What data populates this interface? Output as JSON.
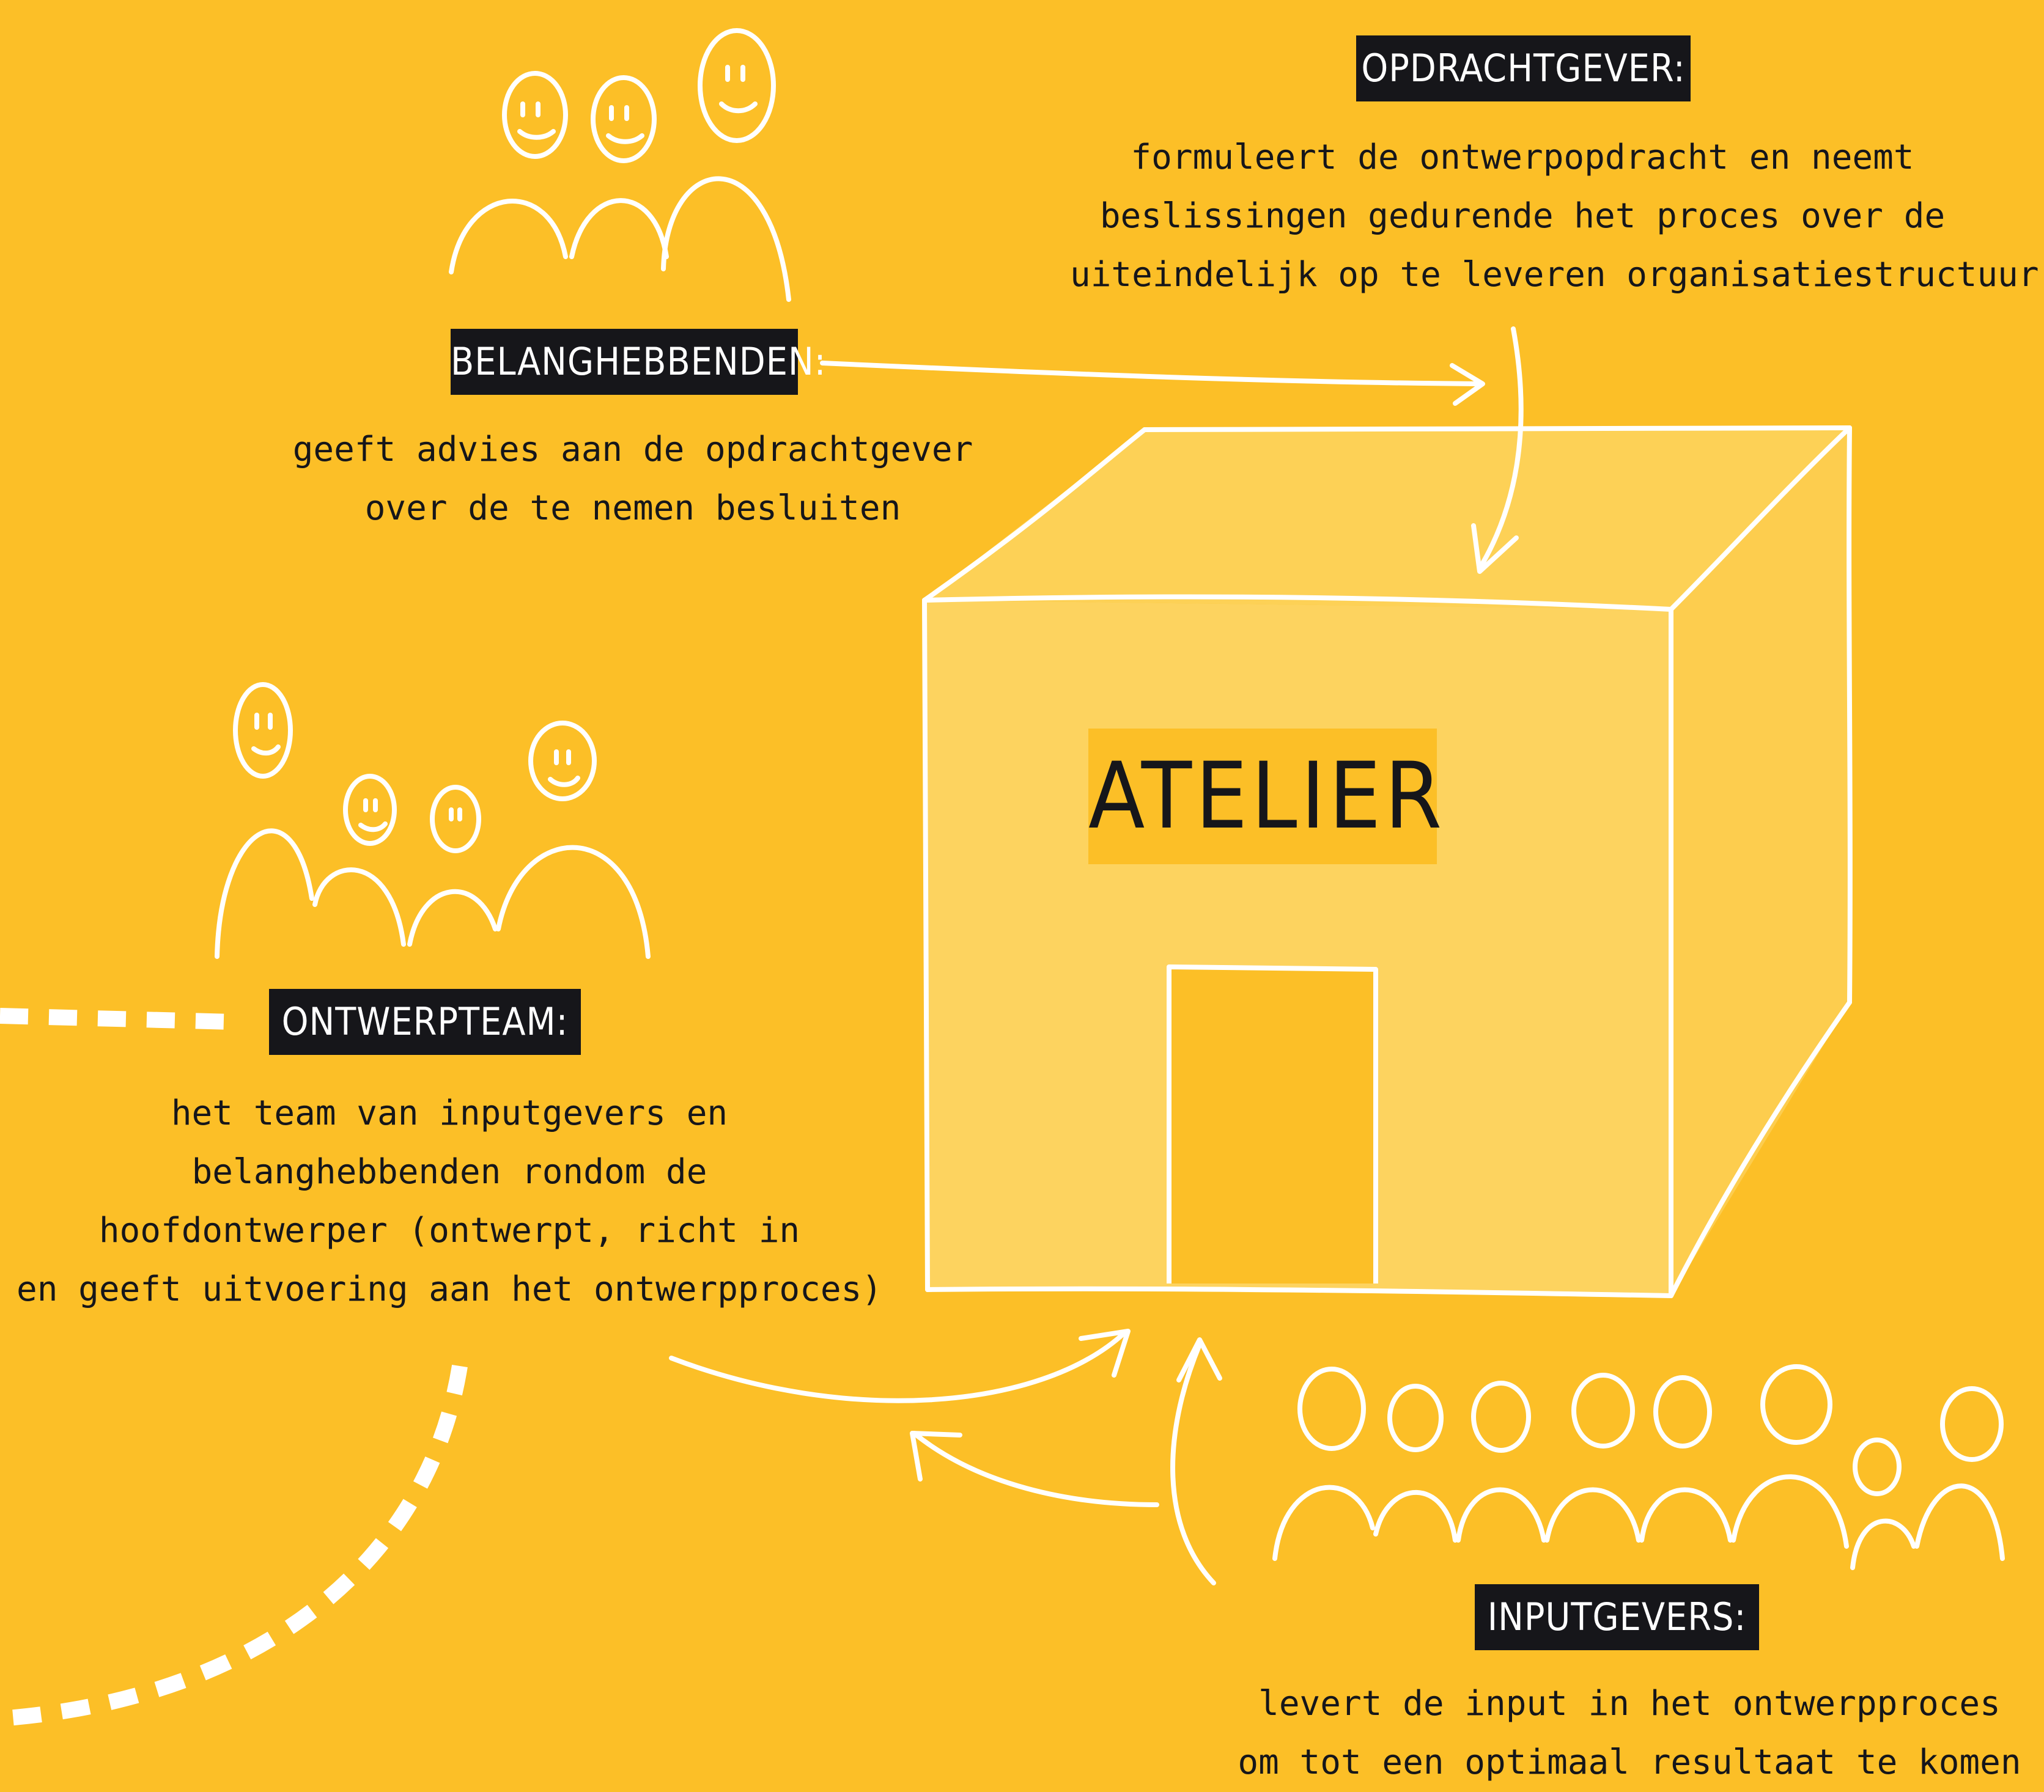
{
  "colors": {
    "background": "#FCBF27",
    "building_fill": "#FDD35F",
    "label_bg": "#16161A",
    "line": "#FFFFFF",
    "text": "#16161A"
  },
  "icons": [
    "group-of-3-people-icon",
    "group-of-4-people-icon",
    "group-of-8-people-icon",
    "atelier-building-icon"
  ],
  "center": {
    "title": "ATELIER"
  },
  "roles": {
    "opdrachtgever": {
      "label": "OPDRACHTGEVER:",
      "lines": [
        "formuleert de ontwerpopdracht en neemt",
        "beslissingen gedurende het proces over de",
        "uiteindelijk op te leveren organisatiestructuur"
      ]
    },
    "belanghebbenden": {
      "label": "BELANGHEBBENDEN:",
      "lines": [
        "geeft advies aan de opdrachtgever",
        "over de te nemen besluiten"
      ]
    },
    "ontwerpteam": {
      "label": "ONTWERPTEAM:",
      "lines": [
        "het team van inputgevers en",
        "belanghebbenden rondom de",
        "hoofdontwerper (ontwerpt, richt in",
        "en geeft uitvoering aan het ontwerpproces)"
      ]
    },
    "inputgevers": {
      "label": "INPUTGEVERS:",
      "lines": [
        "levert de input in het ontwerpproces",
        "om tot een optimaal resultaat te komen"
      ]
    }
  }
}
